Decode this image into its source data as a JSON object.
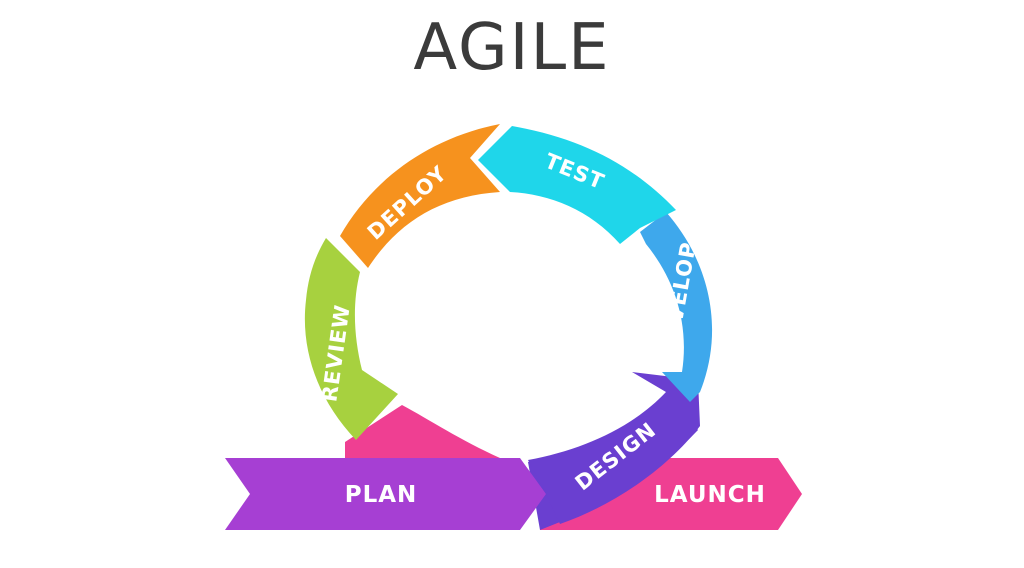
{
  "title": "AGILE",
  "stages": {
    "test": {
      "label": "TEST",
      "color": "#1fd6ea"
    },
    "develop": {
      "label": "DEVELOP",
      "color": "#3ea8ec"
    },
    "design": {
      "label": "DESIGN",
      "color": "#6a3fd0"
    },
    "review": {
      "label": "REVIEW",
      "color": "#a7d13f"
    },
    "deploy": {
      "label": "DEPLOY",
      "color": "#f6921e"
    },
    "plan": {
      "label": "PLAN",
      "color": "#a63fd3"
    },
    "launch": {
      "label": "LAUNCH",
      "color": "#ef3f92"
    }
  }
}
